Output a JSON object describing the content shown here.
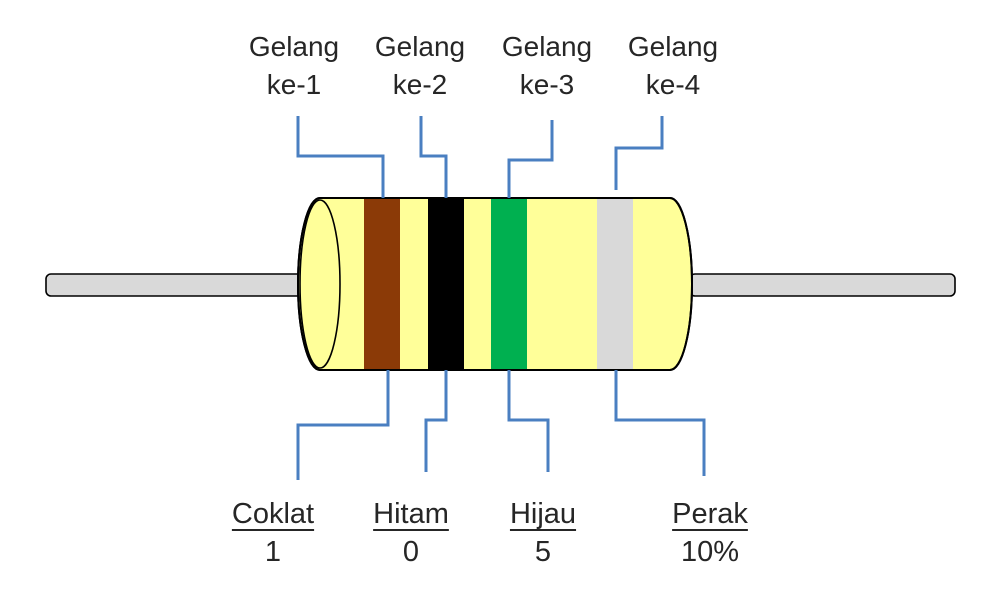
{
  "bands": [
    {
      "label_line1": "Gelang",
      "label_line2": "ke-1",
      "color_name": "Coklat",
      "value": "1",
      "color": "#8B3A07"
    },
    {
      "label_line1": "Gelang",
      "label_line2": "ke-2",
      "color_name": "Hitam",
      "value": "0",
      "color": "#000000"
    },
    {
      "label_line1": "Gelang",
      "label_line2": "ke-3",
      "color_name": "Hijau",
      "value": "5",
      "color": "#00B050"
    },
    {
      "label_line1": "Gelang",
      "label_line2": "ke-4",
      "color_name": "Perak",
      "value": "10%",
      "color": "#D9D9D9"
    }
  ],
  "colors": {
    "body": "#FFFF99",
    "outline": "#000000",
    "lead": "#D9D9D9",
    "leader": "#4A7FC1"
  }
}
